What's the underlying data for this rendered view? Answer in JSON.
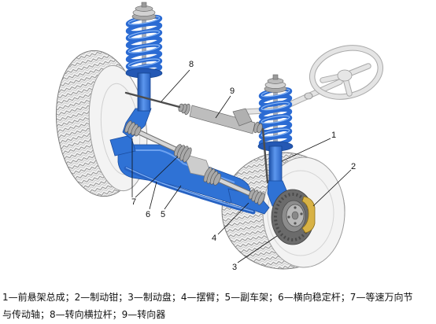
{
  "diagram": {
    "callouts": [
      "1",
      "2",
      "3",
      "4",
      "5",
      "6",
      "7",
      "8",
      "9"
    ]
  },
  "caption": {
    "line1": "1—前悬架总成；2—制动钳；3—制动盘；4—摆臂；5—副车架；6—横向稳定杆；7—等速万向节",
    "line2": "与传动轴；8—转向横拉杆；9—转向器"
  },
  "colors": {
    "suspension_blue": "#2f72d5",
    "spring_blue": "#2b6bd3",
    "tire": "#f3f3f3",
    "brake_disc": "#6b6b6b",
    "caliper": "#d8b245",
    "steel": "#bdbdbd"
  }
}
